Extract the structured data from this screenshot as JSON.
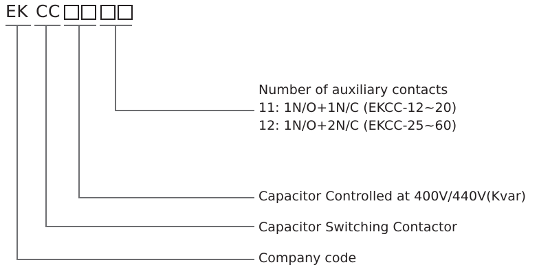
{
  "diagram": {
    "type": "product-code-nomenclature",
    "line_color": "#6d6e71",
    "text_color": "#231f20",
    "background": "#ffffff",
    "code": {
      "segments": [
        {
          "id": "company",
          "kind": "text",
          "label": "EK"
        },
        {
          "id": "product",
          "kind": "text",
          "label": "CC"
        },
        {
          "id": "kvar",
          "kind": "boxes",
          "count": 2,
          "label": ""
        },
        {
          "id": "auxiliary",
          "kind": "boxes",
          "count": 2,
          "label": ""
        }
      ],
      "box_placeholder": ""
    },
    "callouts": [
      {
        "id": "auxiliary-contacts",
        "title": "Number of auxiliary contacts",
        "options": [
          "11: 1N/O+1N/C (EKCC-12~20)",
          "12: 1N/O+2N/C (EKCC-25~60)"
        ]
      },
      {
        "id": "capacitor-kvar",
        "title": "Capacitor Controlled at 400V/440V(Kvar)",
        "options": []
      },
      {
        "id": "capacitor-switching-contactor",
        "title": "Capacitor Switching Contactor",
        "options": []
      },
      {
        "id": "company-code",
        "title": "Company code",
        "options": []
      }
    ]
  }
}
